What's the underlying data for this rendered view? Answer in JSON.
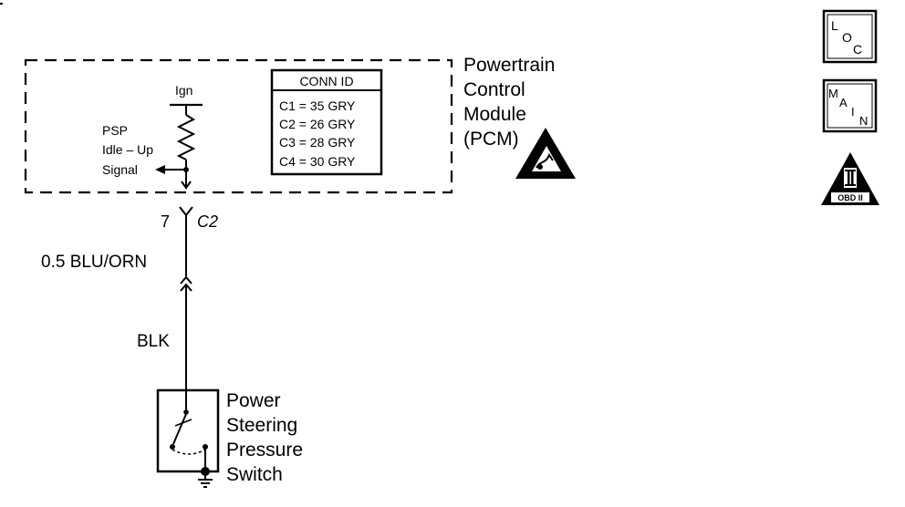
{
  "module": {
    "name_lines": [
      "Powertrain",
      "Control",
      "Module",
      "(PCM)"
    ]
  },
  "pcm_internal": {
    "ign_label": "Ign",
    "signal_lines": [
      "PSP",
      "Idle – Up",
      "Signal"
    ]
  },
  "conn_id": {
    "title": "CONN ID",
    "entries": [
      "C1 = 35 GRY",
      "C2 = 26 GRY",
      "C3 = 28 GRY",
      "C4 = 30 GRY"
    ]
  },
  "pin": {
    "number": "7",
    "connector": "C2"
  },
  "wires": {
    "upper": "0.5 BLU/ORN",
    "lower": "BLK"
  },
  "switch": {
    "name_lines": [
      "Power",
      "Steering",
      "Pressure",
      "Switch"
    ]
  },
  "nav_icons": {
    "loc": [
      "L",
      "O",
      "C"
    ],
    "main": [
      "M",
      "A",
      "I",
      "N"
    ],
    "obd": "OBD II"
  }
}
